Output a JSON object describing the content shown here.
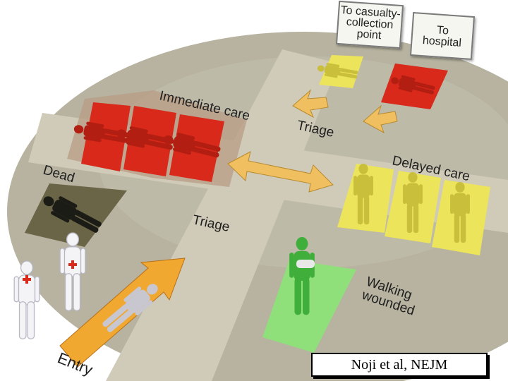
{
  "labels": {
    "casualty_point": "To casualty-\ncollection\npoint",
    "to_hospital": "To\nhospital",
    "immediate_care": "Immediate care",
    "triage_top": "Triage",
    "delayed_care": "Delayed care",
    "dead": "Dead",
    "triage_center": "Triage",
    "walking_wounded_1": "Walking",
    "walking_wounded_2": "wounded",
    "entry": "Entry"
  },
  "citation": "Noji et al, NEJM",
  "colors": {
    "immediate": "#d8291a",
    "delayed": "#ece45a",
    "dead": "#2a2a22",
    "walking": "#3fae3a",
    "arrow": "#f0c060",
    "floor": "#b4b09e",
    "cross": "#cfcbb8"
  }
}
